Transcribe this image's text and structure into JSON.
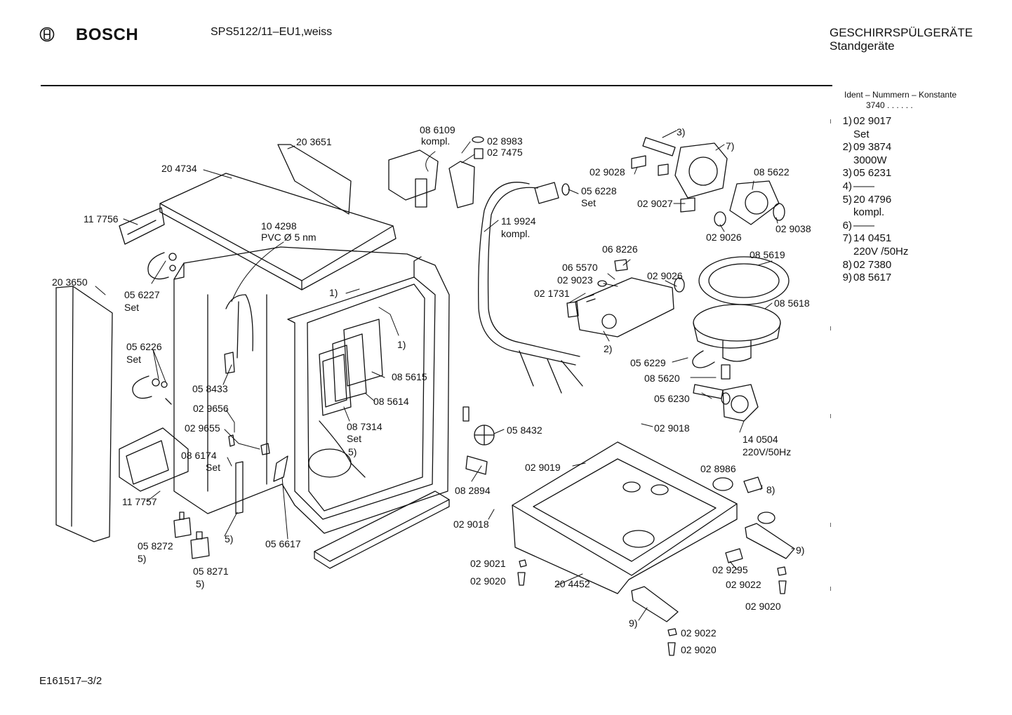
{
  "header": {
    "brand": "BOSCH",
    "model": "SPS5122/11–EU1,weiss",
    "category_line1": "GESCHIRRSPÜLGERÄTE",
    "category_line2": "Standgeräte"
  },
  "ident": {
    "header": "Ident – Nummern – Konstante",
    "constant": "3740 . .   . . . ."
  },
  "legend": [
    {
      "num": "1)",
      "lines": [
        "02 9017",
        "Set"
      ]
    },
    {
      "num": "2)",
      "lines": [
        "09 3874",
        "3000W"
      ]
    },
    {
      "num": "3)",
      "lines": [
        "05 6231"
      ]
    },
    {
      "num": "4)",
      "lines": [
        "——"
      ]
    },
    {
      "num": "5)",
      "lines": [
        "20 4796",
        "kompl."
      ]
    },
    {
      "num": "6)",
      "lines": [
        "——"
      ]
    },
    {
      "num": "7)",
      "lines": [
        "14 0451",
        "220V /50Hz"
      ]
    },
    {
      "num": "8)",
      "lines": [
        "02 7380"
      ]
    },
    {
      "num": "9)",
      "lines": [
        "08 5617"
      ]
    }
  ],
  "footer": {
    "code": "E161517–3/2"
  },
  "parts": [
    {
      "id": "p1",
      "text": "20 3651"
    },
    {
      "id": "p2",
      "text": "20 4734"
    },
    {
      "id": "p3",
      "text": "11 7756"
    },
    {
      "id": "p4",
      "text": "10 4298"
    },
    {
      "id": "p5",
      "text": "PVC Ø 5 nm"
    },
    {
      "id": "p6",
      "text": "20 3650"
    },
    {
      "id": "p7",
      "text": "05 6227"
    },
    {
      "id": "p8",
      "text": "Set"
    },
    {
      "id": "p9",
      "text": "05 6226"
    },
    {
      "id": "p10",
      "text": "Set"
    },
    {
      "id": "p11",
      "text": "05 8433"
    },
    {
      "id": "p12",
      "text": "02 9656"
    },
    {
      "id": "p13",
      "text": "02 9655"
    },
    {
      "id": "p14",
      "text": "08 6174"
    },
    {
      "id": "p15",
      "text": "Set"
    },
    {
      "id": "p16",
      "text": "11 7757"
    },
    {
      "id": "p17",
      "text": "05 8272"
    },
    {
      "id": "p18",
      "text": "5)"
    },
    {
      "id": "p19",
      "text": "05 8271"
    },
    {
      "id": "p20",
      "text": "5)"
    },
    {
      "id": "p21",
      "text": "5)"
    },
    {
      "id": "p22",
      "text": "05 6617"
    },
    {
      "id": "p23",
      "text": "1)"
    },
    {
      "id": "p24",
      "text": "1)"
    },
    {
      "id": "p25",
      "text": "08 5615"
    },
    {
      "id": "p26",
      "text": "08 5614"
    },
    {
      "id": "p27",
      "text": "08 7314"
    },
    {
      "id": "p28",
      "text": "Set"
    },
    {
      "id": "p29",
      "text": "5)"
    },
    {
      "id": "p30",
      "text": "08 2894"
    },
    {
      "id": "p31",
      "text": "08 6109"
    },
    {
      "id": "p32",
      "text": "kompl."
    },
    {
      "id": "p33",
      "text": "02 8983"
    },
    {
      "id": "p34",
      "text": "02 7475"
    },
    {
      "id": "p35",
      "text": "05 6228"
    },
    {
      "id": "p36",
      "text": "Set"
    },
    {
      "id": "p37",
      "text": "11 9924"
    },
    {
      "id": "p38",
      "text": "kompl."
    },
    {
      "id": "p39",
      "text": "05 8432"
    },
    {
      "id": "p40",
      "text": "3)"
    },
    {
      "id": "p41",
      "text": "7)"
    },
    {
      "id": "p42",
      "text": "02 9028"
    },
    {
      "id": "p43",
      "text": "08 5622"
    },
    {
      "id": "p44",
      "text": "02 9027"
    },
    {
      "id": "p45",
      "text": "02 9026"
    },
    {
      "id": "p46",
      "text": "02 9038"
    },
    {
      "id": "p47",
      "text": "06 8226"
    },
    {
      "id": "p48",
      "text": "06 5570"
    },
    {
      "id": "p49",
      "text": "02 9023"
    },
    {
      "id": "p50",
      "text": "02 1731"
    },
    {
      "id": "p51",
      "text": "02 9026"
    },
    {
      "id": "p52",
      "text": "08 5619"
    },
    {
      "id": "p53",
      "text": "08 5618"
    },
    {
      "id": "p54",
      "text": "2)"
    },
    {
      "id": "p55",
      "text": "05 6229"
    },
    {
      "id": "p56",
      "text": "08 5620"
    },
    {
      "id": "p57",
      "text": "05 6230"
    },
    {
      "id": "p58",
      "text": "14 0504"
    },
    {
      "id": "p59",
      "text": "220V/50Hz"
    },
    {
      "id": "p60",
      "text": "02 9018"
    },
    {
      "id": "p61",
      "text": "02 9019"
    },
    {
      "id": "p62",
      "text": "02 8986"
    },
    {
      "id": "p63",
      "text": "8)"
    },
    {
      "id": "p64",
      "text": "02 9018"
    },
    {
      "id": "p65",
      "text": "9)"
    },
    {
      "id": "p66",
      "text": "02 9021"
    },
    {
      "id": "p67",
      "text": "02 9020"
    },
    {
      "id": "p68",
      "text": "20 4452"
    },
    {
      "id": "p69",
      "text": "02 9295"
    },
    {
      "id": "p70",
      "text": "02 9022"
    },
    {
      "id": "p71",
      "text": "02 9020"
    },
    {
      "id": "p72",
      "text": "9)"
    },
    {
      "id": "p73",
      "text": "02 9022"
    },
    {
      "id": "p74",
      "text": "02 9020"
    }
  ]
}
